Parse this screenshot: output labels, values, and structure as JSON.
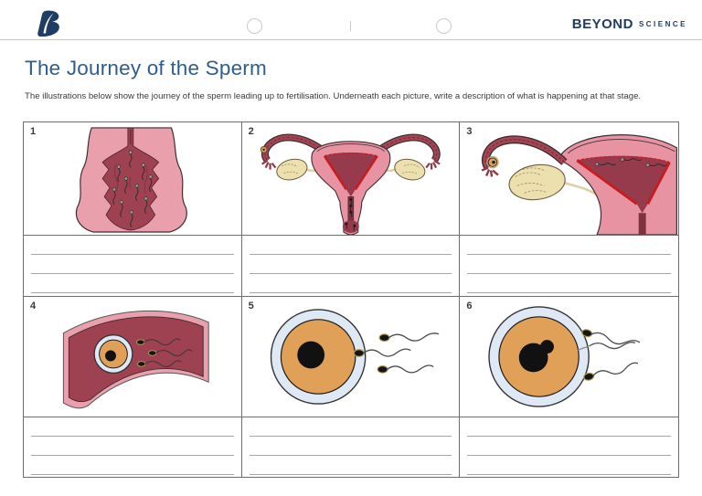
{
  "colors": {
    "brand_navy": "#203d63",
    "title_blue": "#2d5e8e",
    "body_text": "#3a3a3a",
    "grid_border": "#6e6e6e",
    "ruled_line": "#a6a6a6",
    "header_rule": "#c9c9c9",
    "registration_mark": "#c9c9c9",
    "tissue_pink": "#e9a0ac",
    "uterus_pink": "#e893a1",
    "tissue_maroon": "#9e4252",
    "cavity_maroon": "#963b4c",
    "canal_maroon": "#7e3240",
    "tube_maroon": "#a34553",
    "lining_red": "#c41e22",
    "ovary_cream": "#ece0ae",
    "ligament_cream": "#ded0a0",
    "egg_orange": "#e0a058",
    "zona_blue": "#dee9f5",
    "sperm_black": "#151515",
    "sperm_halo": "#b09a50",
    "outline_dark": "#3c2e33"
  },
  "header": {
    "brand_primary": "BEYOND",
    "brand_secondary": "SCIENCE"
  },
  "worksheet": {
    "title": "The Journey of the Sperm",
    "instructions": "The illustrations below show the journey of the sperm leading up to fertilisation. Underneath each picture, write a description of what is happening at that stage."
  },
  "panels": [
    {
      "number": "1",
      "illustration": "sperm-swimming-up-vagina",
      "answer_lines": 3
    },
    {
      "number": "2",
      "illustration": "sperm-through-cervix-into-uterus",
      "answer_lines": 3
    },
    {
      "number": "3",
      "illustration": "sperm-entering-fallopian-tube-near-ovary-and-egg",
      "answer_lines": 3
    },
    {
      "number": "4",
      "illustration": "sperm-approaching-egg-inside-fallopian-tube",
      "answer_lines": 3
    },
    {
      "number": "5",
      "illustration": "sperm-reaching-egg-membrane",
      "answer_lines": 3
    },
    {
      "number": "6",
      "illustration": "sperm-nucleus-fusing-with-egg-nucleus",
      "answer_lines": 3
    }
  ]
}
